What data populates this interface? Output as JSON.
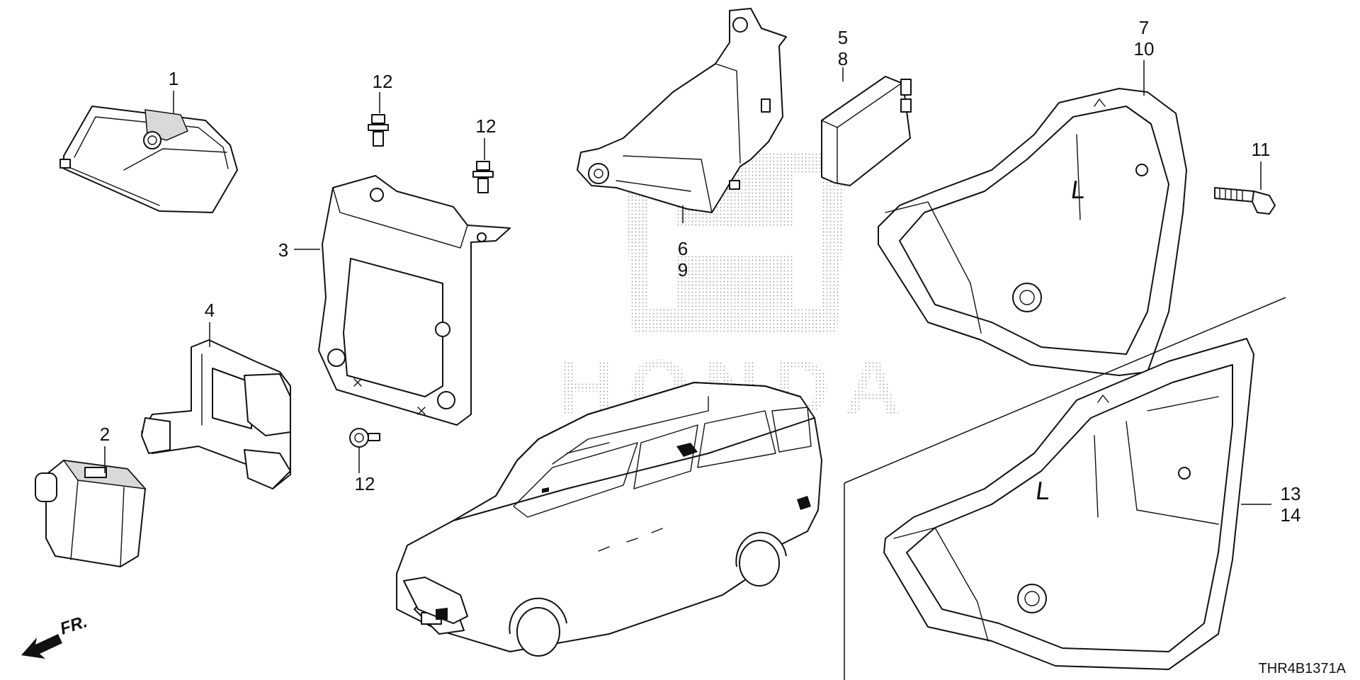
{
  "diagram": {
    "drawing_code": "THR4B1371A",
    "front_indicator": "FR.",
    "part_numbers": {
      "p1": "1",
      "p2": "2",
      "p3": "3",
      "p4": "4",
      "p5": "5",
      "p8": "8",
      "p6": "6",
      "p9": "9",
      "p7": "7",
      "p10": "10",
      "p11": "11",
      "p12a": "12",
      "p12b": "12",
      "p12c": "12",
      "p13": "13",
      "p14": "14"
    },
    "cover_marks": {
      "upper": "L",
      "lower": "L"
    },
    "watermark": {
      "brand": "HONDA"
    }
  }
}
